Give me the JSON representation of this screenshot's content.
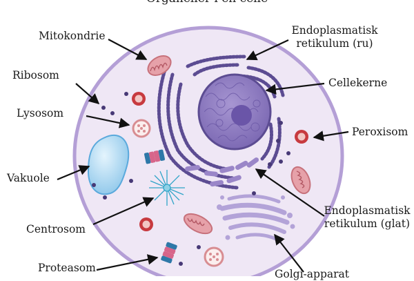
{
  "title": "Organeller i en celle",
  "labels": {
    "mitochondrion": "Mitokondrie",
    "ribosome": "Ribosom",
    "lysosome": "Lysosom",
    "vacuole": "Vakuole",
    "centrosome": "Centrosom",
    "proteasome": "Proteasom",
    "rough_er_line1": "Endoplasmatisk",
    "rough_er_line2": "retikulum (ru)",
    "nucleus": "Cellekerne",
    "peroxisome": "Peroxisom",
    "smooth_er_line1": "Endoplasmatisk",
    "smooth_er_line2": "retikulum (glat)",
    "golgi": "Golgi-apparat"
  },
  "colors": {
    "cytoplasm": "#efe7f5",
    "membrane": "#b49fd6",
    "rough_er": "#5c4c92",
    "nucleus": "#8e7cc0",
    "nucleolus": "#6a55a8",
    "smooth_er": "#9a86c8",
    "golgi": "#b3a3d8",
    "mitochondrion": "#e6a1a9",
    "peroxisome": "#c73a3f",
    "lysosome": "#d88d92",
    "vacuole": "#a6d4ef",
    "centrosome": "#2fa4c8",
    "proteasome": "#d7658a",
    "ribosome": "#473976",
    "arrow": "#111111"
  }
}
